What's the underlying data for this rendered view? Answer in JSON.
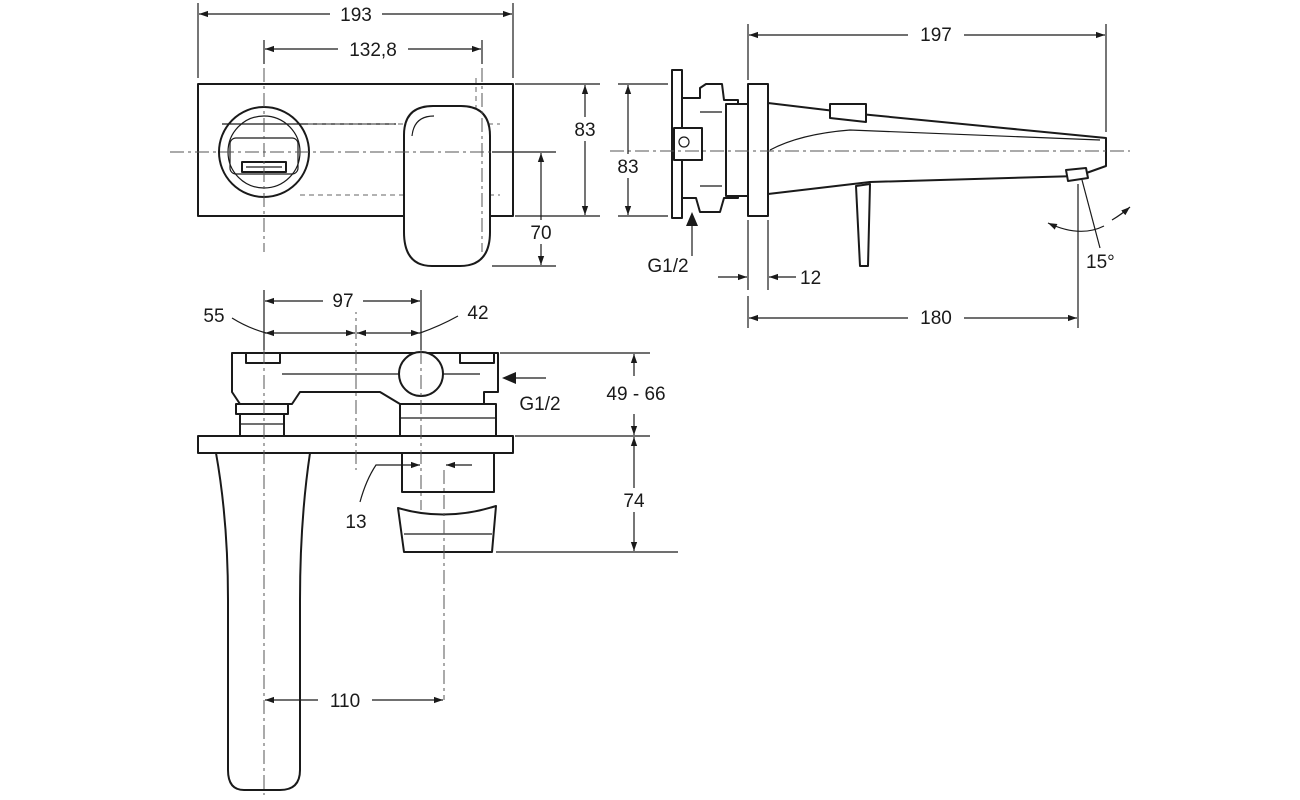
{
  "dimensions": {
    "top_width": "193",
    "top_spacing": "132,8",
    "top_height": "83",
    "spout_height": "70",
    "side_height": "83",
    "side_length": "197",
    "side_plate": "12",
    "side_projection": "180",
    "spout_angle": "15°",
    "side_thread": "G1/2",
    "bottom_spacing": "97",
    "bottom_left": "55",
    "bottom_right": "42",
    "bottom_thread": "G1/2",
    "bottom_depth": "49 - 66",
    "bottom_outlet": "74",
    "bottom_offset": "13",
    "bottom_spout": "110"
  }
}
